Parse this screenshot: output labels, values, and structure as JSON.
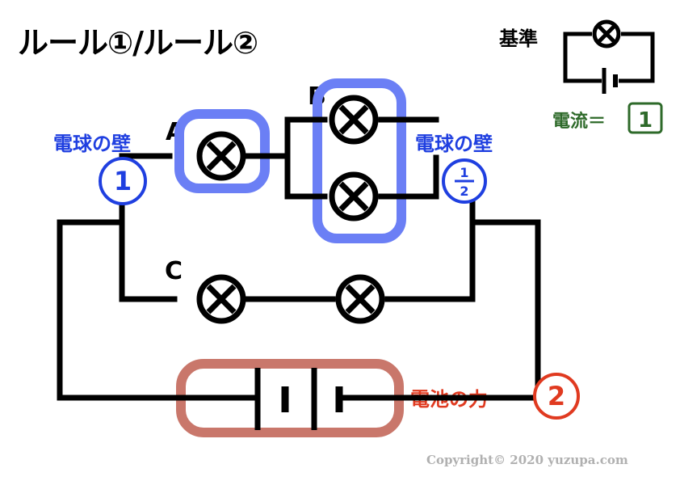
{
  "title": "ルール①/ルール②",
  "reference": {
    "label": "基準",
    "current_label": "電流＝",
    "current_value": "1"
  },
  "labels": {
    "wall_left": "電球の壁",
    "wall_left_badge": "1",
    "wall_right": "電球の壁",
    "wall_right_badge_num": "1",
    "wall_right_badge_den": "2",
    "battery_force": "電池の力",
    "battery_badge": "2"
  },
  "lamps": {
    "a": "A",
    "b": "B",
    "c": "C"
  },
  "colors": {
    "wire": "#000000",
    "wall_blue": "#1f3fe0",
    "wall_highlight": "#6b7ff5",
    "battery_red": "#e03a20",
    "battery_highlight": "#c9776b",
    "current_green": "#2e6a2a",
    "copyright_gray": "#b0b0b0"
  },
  "copyright": "Copyright© 2020 yuzupa.com"
}
